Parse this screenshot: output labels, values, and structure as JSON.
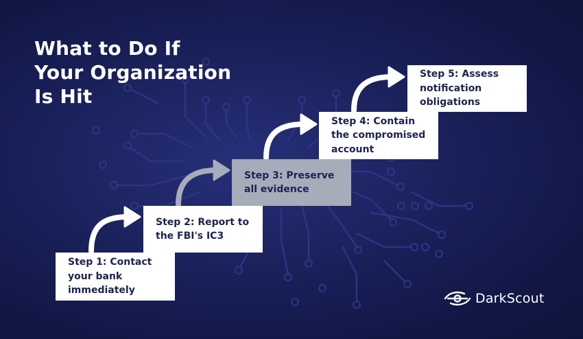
{
  "title": {
    "lines": [
      "What to Do If",
      "Your Organization",
      "Is Hit"
    ]
  },
  "steps": [
    {
      "label": "Step 1: Contact\nyour bank\nimmediately",
      "style": "white"
    },
    {
      "label": "Step 2: Report to\nthe FBI's IC3",
      "style": "white"
    },
    {
      "label": "Step 3: Preserve\nall evidence",
      "style": "gray"
    },
    {
      "label": "Step 4: Contain\nthe compromised\naccount",
      "style": "white"
    },
    {
      "label": "Step 5: Assess\nnotification\nobligations",
      "style": "white"
    }
  ],
  "brand": {
    "name": "DarkScout",
    "icon": "darkscout-logo-icon"
  },
  "colors": {
    "background": "#161c52",
    "box_white": "#ffffff",
    "box_gray": "#a6acb9",
    "text_dark": "#1c2350",
    "circuit": "#2e3a8a"
  }
}
